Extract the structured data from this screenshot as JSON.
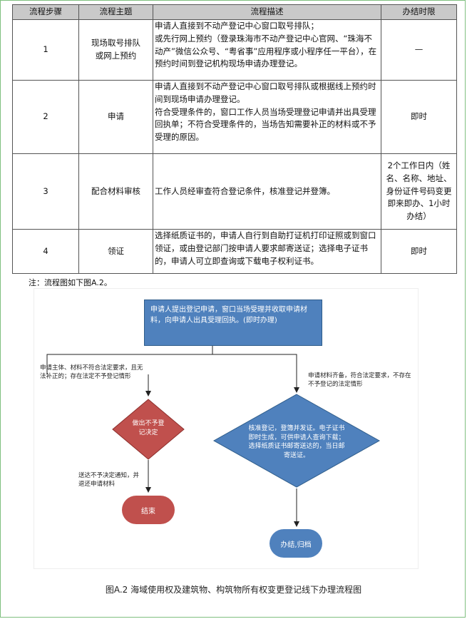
{
  "table": {
    "headers": [
      "流程步骤",
      "流程主题",
      "流程描述",
      "办结时限"
    ],
    "rows": [
      {
        "step": "1",
        "topic": "现场取号排队或网上预约",
        "desc": [
          "申请人直接到不动产登记中心窗口取号排队；",
          "或先行网上预约（登录珠海市不动产登记中心官网、“珠海不动产”微信公众号、“粤省事”应用程序或小程序任一平台），在预约时间到登记机构现场申请办理登记。"
        ],
        "limit": "—"
      },
      {
        "step": "2",
        "topic": "申请",
        "desc": [
          "申请人直接到不动产登记中心窗口取号排队或根据线上预约时间到现场申请办理登记。",
          "符合受理条件的，窗口工作人员当场受理登记申请并出具受理回执单；不符合受理条件的，当场告知需要补正的材料或不予受理的原因。"
        ],
        "limit": "即时"
      },
      {
        "step": "3",
        "topic": "配合材料审核",
        "desc": [
          "工作人员经审查符合登记条件，核准登记并登簿。"
        ],
        "limit": "2个工作日内（姓名、名称、地址、身份证件号码变更即来即办、1小时办结）"
      },
      {
        "step": "4",
        "topic": "领证",
        "desc": [
          "选择纸质证书的，申请人自行到自助打证机打印证照或到窗口领证，或由登记部门按申请人要求邮寄送证；选择电子证书的，申请人可立即查询或下载电子权利证书。"
        ],
        "limit": "即时"
      }
    ]
  },
  "note": "注：流程图如下图A.2。",
  "flowchart": {
    "start": "申请人提出登记申请，窗口当场受理并收取申请材料，向申请人出具受理回执。(即时办理)",
    "left_condition": "申请主体、材料不符合法定要求，且无法补正的；存在法定不予登记情形",
    "right_condition": "申请材料齐备，符合法定要求，不存在不予登记的法定情形",
    "reject_decision": "做出不予登记决定",
    "approve_decision": "核准登记，登簿并发证。电子证书即时生成，可供申请人查询下载；选择纸质证书邮寄送达的，当日邮寄送证。",
    "notice": "送达不予决定通知，并退还申请材料",
    "end_label": "结束",
    "archive_label": "办结,归档",
    "colors": {
      "start": "#4f81bd",
      "approve": "#4f81bd",
      "reject": "#c0504d",
      "end": "#c0504d",
      "archive": "#4f81bd"
    }
  },
  "caption": "图A.2 海域使用权及建筑物、构筑物所有权变更登记线下办理流程图"
}
